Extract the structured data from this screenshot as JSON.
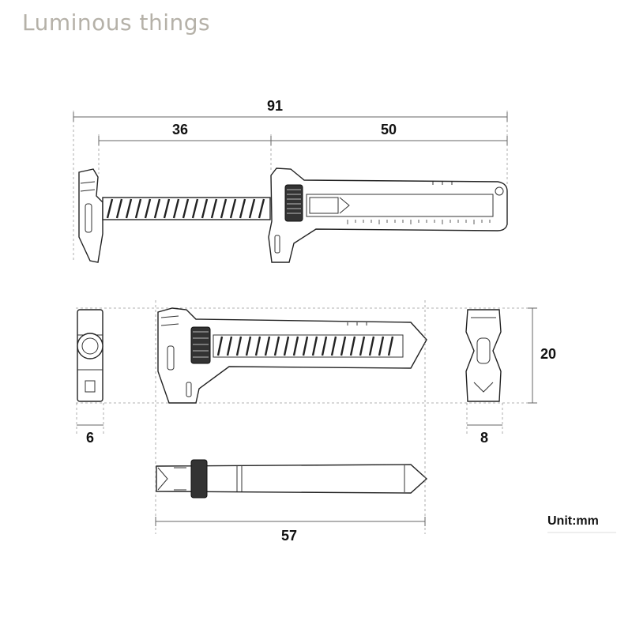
{
  "watermark": "Luminous things",
  "dimensions": {
    "total_length": "91",
    "screw_length": "36",
    "body_length": "50",
    "height": "20",
    "left_width": "6",
    "right_width": "8",
    "handle_length": "57"
  },
  "unit_label": "Unit:mm"
}
